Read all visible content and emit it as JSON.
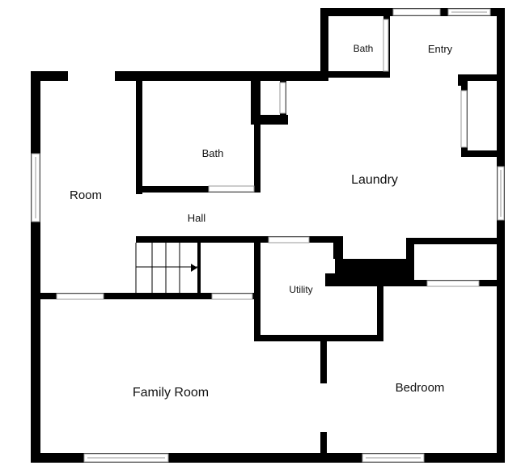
{
  "plan": {
    "colors": {
      "wall": "#000000",
      "window": "#9a9a9a",
      "background": "#ffffff"
    },
    "rooms": {
      "bath_top": "Bath",
      "entry": "Entry",
      "bath_left": "Bath",
      "room": "Room",
      "laundry": "Laundry",
      "hall": "Hall",
      "utility": "Utility",
      "family_room": "Family Room",
      "bedroom": "Bedroom"
    }
  }
}
